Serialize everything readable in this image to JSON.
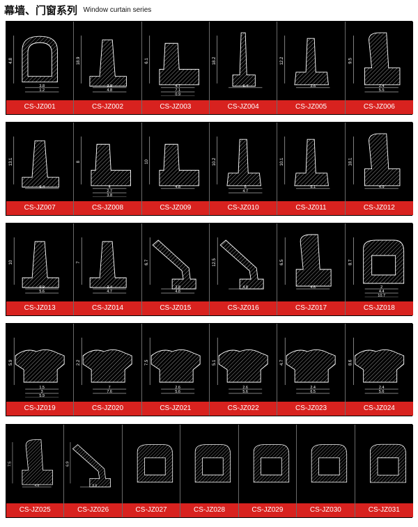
{
  "header": {
    "title_cn": "幕墙、门窗系列",
    "title_en": "Window curtain series"
  },
  "colors": {
    "panel_background": "#000000",
    "code_bar": "#d8221f",
    "code_text": "#ffffff",
    "drawing_lines": "#ffffff"
  },
  "rows": [
    {
      "items": [
        {
          "code": "CS-JZ001",
          "dims": [
            "4.8",
            "3.8",
            "1.2"
          ]
        },
        {
          "code": "CS-JZ002",
          "dims": [
            "18.9",
            "3.8",
            "4.8"
          ]
        },
        {
          "code": "CS-JZ003",
          "dims": [
            "6.1",
            "4.7",
            "7.1",
            "0.9"
          ]
        },
        {
          "code": "CS-JZ004",
          "dims": [
            "18.2",
            "6.4"
          ]
        },
        {
          "code": "CS-JZ005",
          "dims": [
            "12.2",
            "3.6"
          ]
        },
        {
          "code": "CS-JZ006",
          "dims": [
            "9.5",
            "2.4",
            "5.5"
          ]
        }
      ]
    },
    {
      "items": [
        {
          "code": "CS-JZ007",
          "dims": [
            "13.1",
            "6.4"
          ]
        },
        {
          "code": "CS-JZ008",
          "dims": [
            "8",
            "4",
            "2.7",
            "3.8"
          ]
        },
        {
          "code": "CS-JZ009",
          "dims": [
            "10",
            "4.8"
          ]
        },
        {
          "code": "CS-JZ010",
          "dims": [
            "10.2",
            "6",
            "4.7"
          ]
        },
        {
          "code": "CS-JZ011",
          "dims": [
            "10.1",
            "5.1"
          ]
        },
        {
          "code": "CS-JZ012",
          "dims": [
            "18.1",
            "4.9"
          ]
        }
      ]
    },
    {
      "items": [
        {
          "code": "CS-JZ013",
          "dims": [
            "10",
            "0.9",
            "5.6"
          ]
        },
        {
          "code": "CS-JZ014",
          "dims": [
            "7",
            "2.4",
            "4.7"
          ]
        },
        {
          "code": "CS-JZ015",
          "dims": [
            "6.7",
            "3.8",
            "4.8"
          ]
        },
        {
          "code": "CS-JZ016",
          "dims": [
            "12.5",
            "4.8"
          ]
        },
        {
          "code": "CS-JZ017",
          "dims": [
            "6.5",
            "4.6"
          ]
        },
        {
          "code": "CS-JZ018",
          "dims": [
            "8.7",
            "2",
            "4.4",
            "10.7"
          ]
        }
      ]
    },
    {
      "items": [
        {
          "code": "CS-JZ019",
          "dims": [
            "5.9",
            "1.5",
            "3",
            "5.9"
          ]
        },
        {
          "code": "CS-JZ020",
          "dims": [
            "2.2",
            "7",
            "7.6"
          ]
        },
        {
          "code": "CS-JZ021",
          "dims": [
            "7.5",
            "2.6",
            "5.6"
          ]
        },
        {
          "code": "CS-JZ022",
          "dims": [
            "5.1",
            "2.6",
            "5.6"
          ]
        },
        {
          "code": "CS-JZ023",
          "dims": [
            "4.7",
            "2.4",
            "6.5"
          ]
        },
        {
          "code": "CS-JZ024",
          "dims": [
            "8.6",
            "2.4",
            "5.6"
          ]
        }
      ]
    },
    {
      "items": [
        {
          "code": "CS-JZ025",
          "dims": [
            "7.5",
            "4.8"
          ]
        },
        {
          "code": "CS-JZ026",
          "dims": [
            "6.9",
            "5.6"
          ]
        },
        {
          "code": "CS-JZ027",
          "dims": []
        },
        {
          "code": "CS-JZ028",
          "dims": []
        },
        {
          "code": "CS-JZ029",
          "dims": []
        },
        {
          "code": "CS-JZ030",
          "dims": []
        },
        {
          "code": "CS-JZ031",
          "dims": []
        }
      ]
    }
  ]
}
